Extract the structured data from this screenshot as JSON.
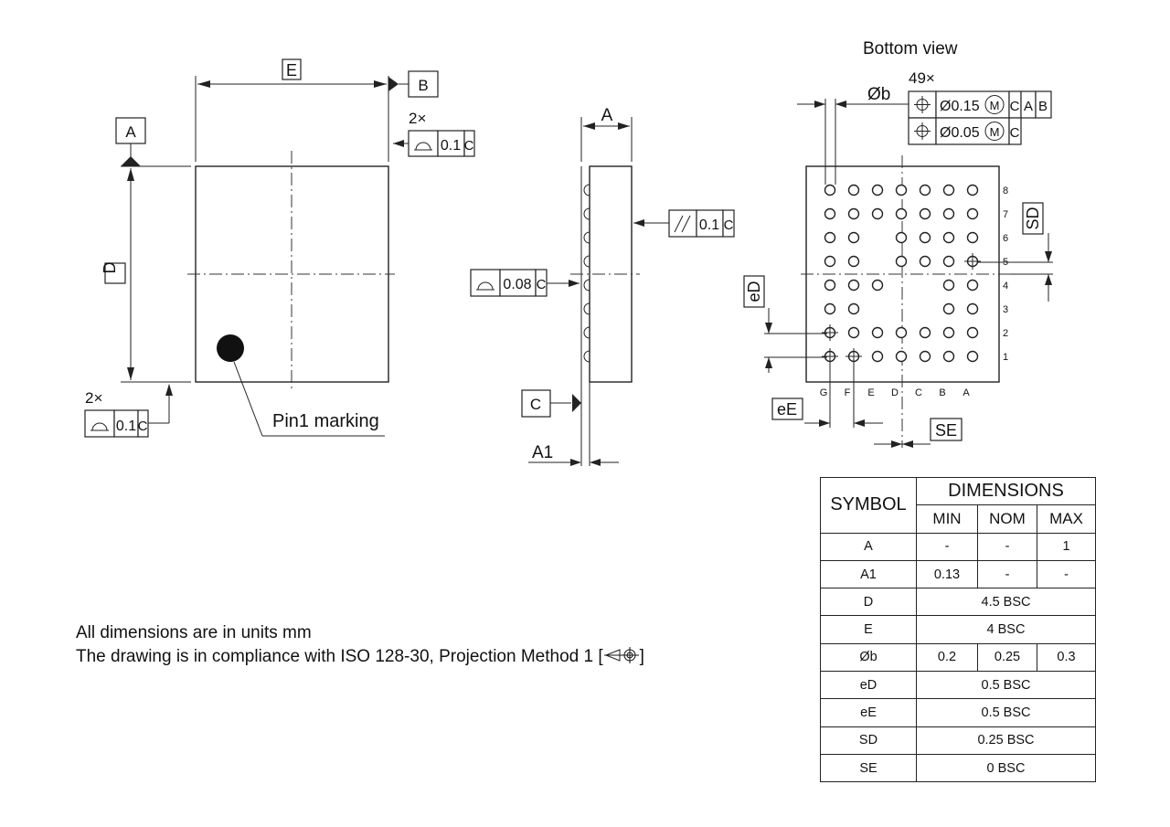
{
  "bottom_view_title": "Bottom view",
  "labels": {
    "E": "E",
    "D": "D",
    "A_datum": "A",
    "B_datum": "B",
    "C_datum": "C",
    "A_height": "A",
    "A1": "A1",
    "pin1": "Pin1 marking",
    "ball_dia": "Øb",
    "eD": "eD",
    "eE": "eE",
    "SD": "SD",
    "SE": "SE"
  },
  "fcf": {
    "top_multiplier": "2×",
    "top_tol": "0.1",
    "top_ref": "C",
    "bottom_multiplier": "2×",
    "bottom_tol": "0.1",
    "bottom_ref": "C",
    "flatness_tol": "0.08",
    "flatness_ref": "C",
    "parallel_tol": "0.1",
    "parallel_ref": "C",
    "ball_count": "49×",
    "pos1_tol": "Ø0.15",
    "pos1_mod": "M",
    "pos1_ref1": "C",
    "pos1_ref2": "A",
    "pos1_ref3": "B",
    "pos2_tol": "Ø0.05",
    "pos2_mod": "M",
    "pos2_ref1": "C"
  },
  "rows": [
    "8",
    "7",
    "6",
    "5",
    "4",
    "3",
    "2",
    "1"
  ],
  "cols": [
    "G",
    "F",
    "E",
    "D",
    "C",
    "B",
    "A"
  ],
  "ball_rows": [
    [
      1,
      1,
      1,
      1,
      1,
      1,
      1
    ],
    [
      1,
      1,
      1,
      1,
      1,
      1,
      1
    ],
    [
      1,
      1,
      0,
      1,
      1,
      1,
      1
    ],
    [
      1,
      1,
      0,
      1,
      1,
      1,
      1
    ],
    [
      1,
      1,
      1,
      0,
      0,
      1,
      1
    ],
    [
      1,
      1,
      0,
      0,
      0,
      1,
      1
    ],
    [
      1,
      1,
      1,
      1,
      1,
      1,
      1
    ],
    [
      1,
      1,
      1,
      1,
      1,
      1,
      1
    ]
  ],
  "notes": {
    "line1": "All dimensions are in units mm",
    "line2_pre": "The drawing is in compliance with ISO 128-30, Projection Method 1 [",
    "line2_post": "]"
  },
  "table": {
    "symbol_header": "SYMBOL",
    "dim_header": "DIMENSIONS",
    "min": "MIN",
    "nom": "NOM",
    "max": "MAX",
    "rows": [
      {
        "symbol": "A",
        "min": "-",
        "nom": "-",
        "max": "1"
      },
      {
        "symbol": "A1",
        "min": "0.13",
        "nom": "-",
        "max": "-"
      },
      {
        "symbol": "D",
        "value": "4.5 BSC"
      },
      {
        "symbol": "E",
        "value": "4 BSC"
      },
      {
        "symbol": "Øb",
        "min": "0.2",
        "nom": "0.25",
        "max": "0.3"
      },
      {
        "symbol": "eD",
        "value": "0.5 BSC"
      },
      {
        "symbol": "eE",
        "value": "0.5 BSC"
      },
      {
        "symbol": "SD",
        "value": "0.25 BSC"
      },
      {
        "symbol": "SE",
        "value": "0 BSC"
      }
    ]
  }
}
